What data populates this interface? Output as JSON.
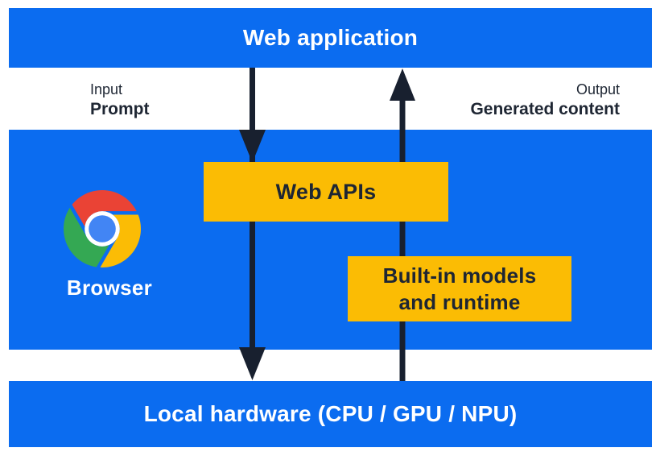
{
  "layers": {
    "web_application": {
      "label": "Web application"
    },
    "io": {
      "input_caption": "Input",
      "input_value": "Prompt",
      "output_caption": "Output",
      "output_value": "Generated content"
    },
    "browser": {
      "browser_label": "Browser",
      "web_apis_label": "Web APIs",
      "models_line1": "Built-in models",
      "models_line2": "and runtime"
    },
    "hardware": {
      "label": "Local hardware (CPU / GPU / NPU)"
    }
  },
  "icons": {
    "chrome_logo": "chrome-browser-logo",
    "down_arrow": "prompt-flow-down-arrow",
    "up_arrow": "generated-content-up-arrow"
  },
  "colors": {
    "band_blue": "#0b6cf0",
    "box_yellow": "#fbbc04",
    "dark_navy": "#1e2633",
    "arrow_navy": "#18202f",
    "white": "#ffffff",
    "chrome_red": "#EA4335",
    "chrome_yellow": "#FBBC05",
    "chrome_green": "#34A853",
    "chrome_blue": "#4285F4"
  }
}
